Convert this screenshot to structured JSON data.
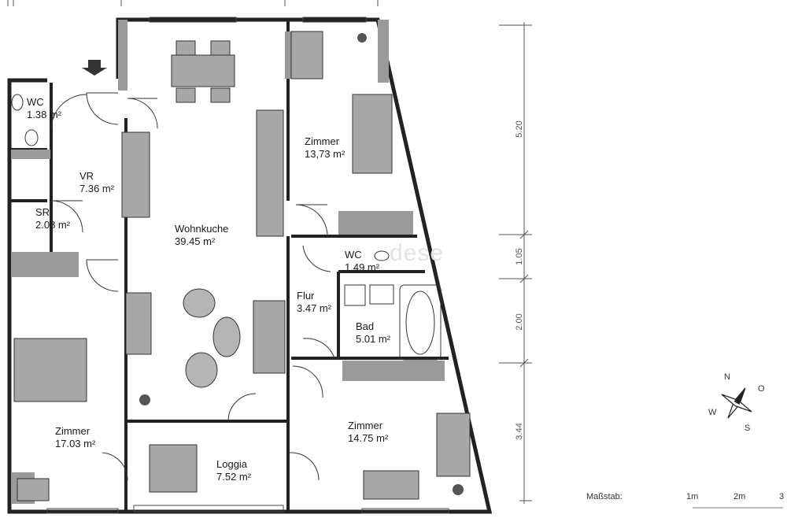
{
  "rooms": [
    {
      "key": "wc1",
      "name": "WC",
      "area": "1.38 m²"
    },
    {
      "key": "vr",
      "name": "VR",
      "area": "7.36 m²"
    },
    {
      "key": "sr",
      "name": "SR",
      "area": "2.08 m²"
    },
    {
      "key": "wohnkuche",
      "name": "Wohnkuche",
      "area": "39.45 m²"
    },
    {
      "key": "zimmer1",
      "name": "Zimmer",
      "area": "13,73 m²"
    },
    {
      "key": "wc2",
      "name": "WC",
      "area": "1.49 m²"
    },
    {
      "key": "flur",
      "name": "Flur",
      "area": "3.47 m²"
    },
    {
      "key": "bad",
      "name": "Bad",
      "area": "5.01 m²"
    },
    {
      "key": "zimmer2",
      "name": "Zimmer",
      "area": "17.03 m²"
    },
    {
      "key": "zimmer3",
      "name": "Zimmer",
      "area": "14.75 m²"
    },
    {
      "key": "loggia",
      "name": "Loggia",
      "area": "7.52 m²"
    }
  ],
  "dimensions": [
    "5.20",
    "1.05",
    "2.00",
    "3.44"
  ],
  "compass": {
    "n": "N",
    "o": "O",
    "s": "S",
    "w": "W"
  },
  "scale": {
    "label": "Maßstab:",
    "ticks": [
      "1m",
      "2m",
      "3"
    ]
  },
  "watermark": "dese"
}
